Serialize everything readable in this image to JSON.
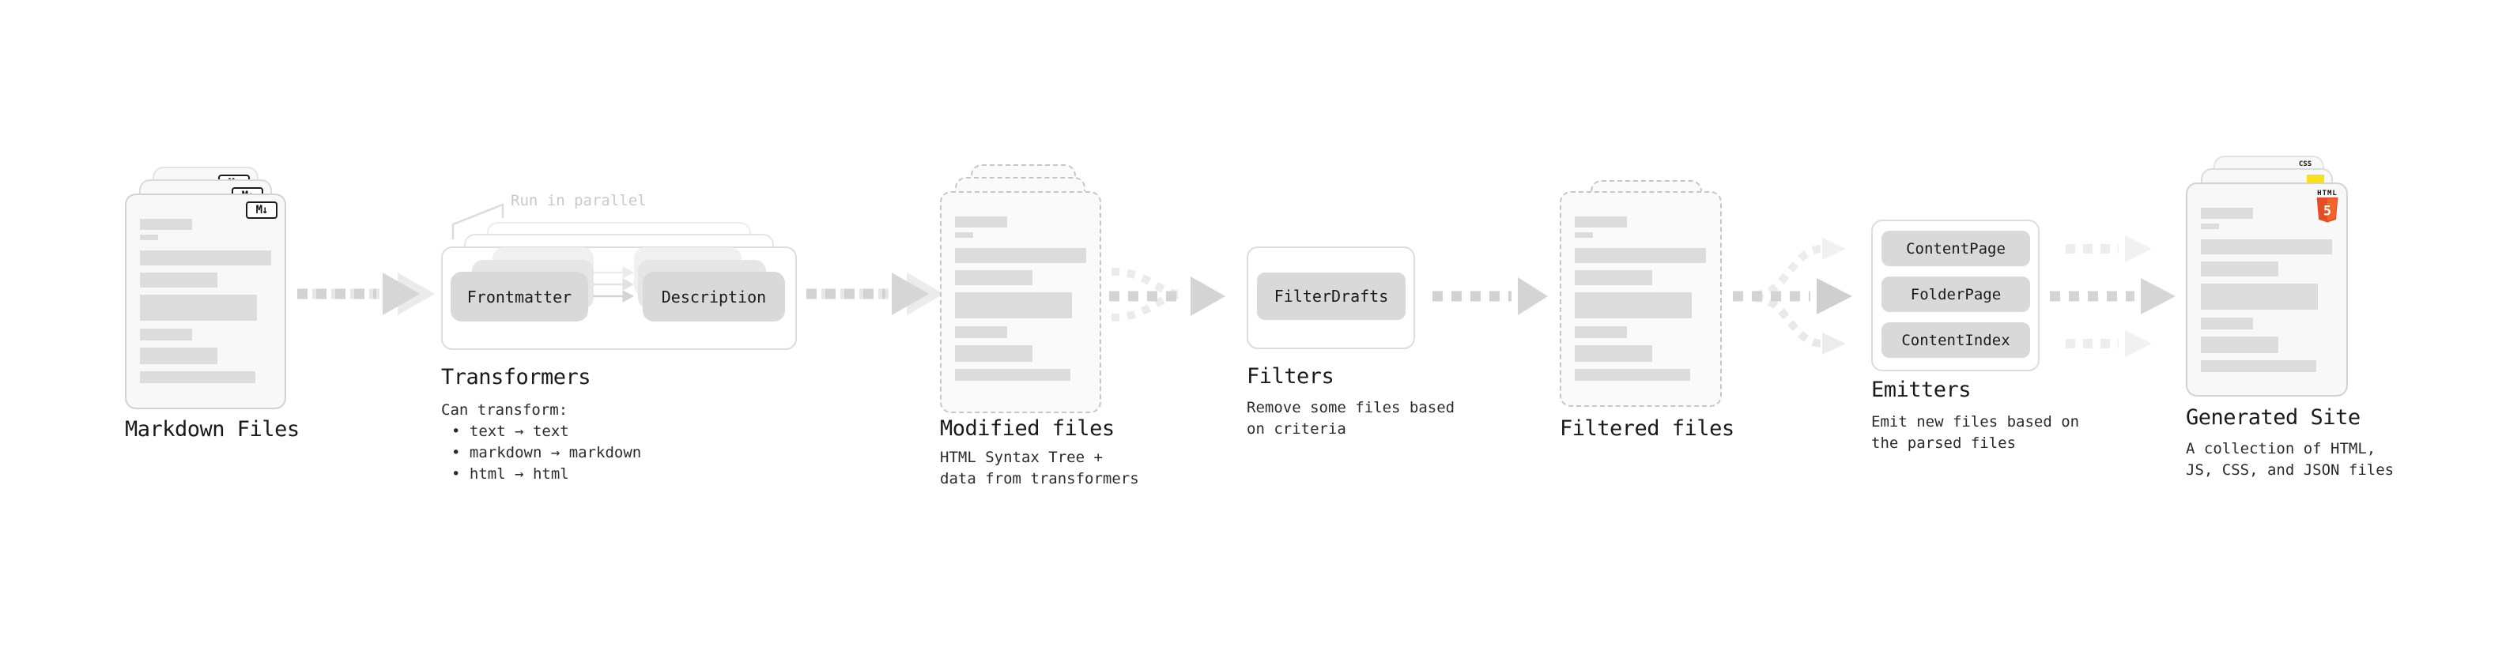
{
  "diagram": {
    "markdown_files": {
      "title": "Markdown Files",
      "badge": "M↓"
    },
    "transformers": {
      "title": "Transformers",
      "note": "Run in parallel",
      "heading": "Can transform:",
      "bullets": [
        "• text → text",
        "• markdown → markdown",
        "• html → html"
      ],
      "nodes": [
        "Frontmatter",
        "Description"
      ]
    },
    "modified_files": {
      "title": "Modified files",
      "subtitle": "HTML Syntax Tree +\ndata from transformers"
    },
    "filters": {
      "title": "Filters",
      "subtitle": "Remove some files based\non criteria",
      "nodes": [
        "FilterDrafts"
      ]
    },
    "filtered_files": {
      "title": "Filtered files"
    },
    "emitters": {
      "title": "Emitters",
      "subtitle": "Emit new files based on\nthe parsed files",
      "nodes": [
        "ContentPage",
        "FolderPage",
        "ContentIndex"
      ]
    },
    "generated_site": {
      "title": "Generated Site",
      "subtitle": "A collection of HTML,\nJS, CSS, and JSON files",
      "badges": {
        "html_label": "HTML",
        "html_number": "5",
        "css_label": "CSS"
      }
    }
  },
  "colors": {
    "html5_orange": "#e44d26",
    "html5_orange_light": "#f16529",
    "js_yellow": "#f7df1e",
    "css_blue": "#2b63e8",
    "node_bg": "#d9d9d9",
    "dash_gray": "#d2d2d2",
    "card_bg": "#f8f8f8"
  }
}
